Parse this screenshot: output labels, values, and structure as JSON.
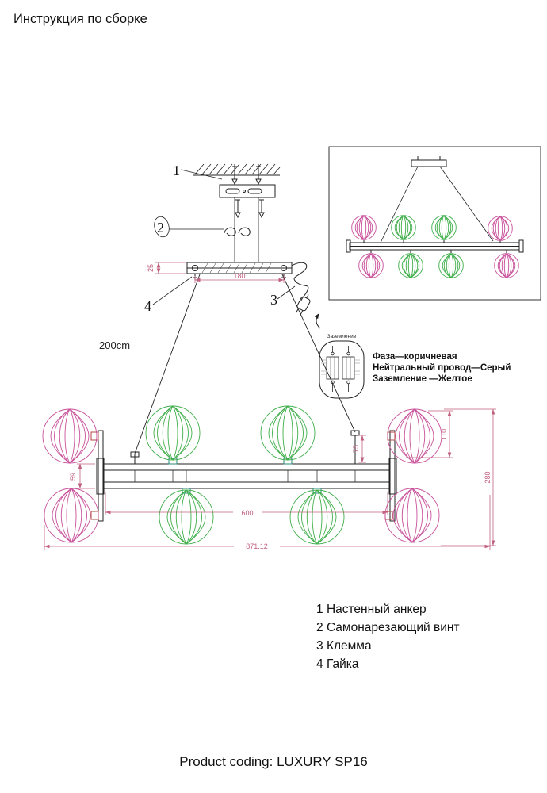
{
  "header": {
    "title": "Инструкция по сборке"
  },
  "footer": {
    "product_coding": "Product coding: LUXURY SP16"
  },
  "parts_list": [
    {
      "num": "1",
      "label": "Настенный анкер"
    },
    {
      "num": "2",
      "label": "Самонарезающий винт"
    },
    {
      "num": "3",
      "label": "Клемма"
    },
    {
      "num": "4",
      "label": "Гайка"
    }
  ],
  "callouts": {
    "c1": "1",
    "c2": "2",
    "c3": "3",
    "c4": "4"
  },
  "wiring": {
    "ground": "Заземление",
    "phase": "Фаза—коричневая",
    "neutral": "Нейтральный провод—Серый",
    "earth": "Заземление —Желтое"
  },
  "dimensions": {
    "d25": "25",
    "d180": "180",
    "drop": "200cm",
    "d600": "600",
    "total": "871.12",
    "d280": "280",
    "d110": "110",
    "d75": "75",
    "d59": "59"
  },
  "colors": {
    "pink_globe": "#c8509a",
    "green_globe": "#3fae4a",
    "dimension": "#c2607f",
    "line": "#222222"
  }
}
